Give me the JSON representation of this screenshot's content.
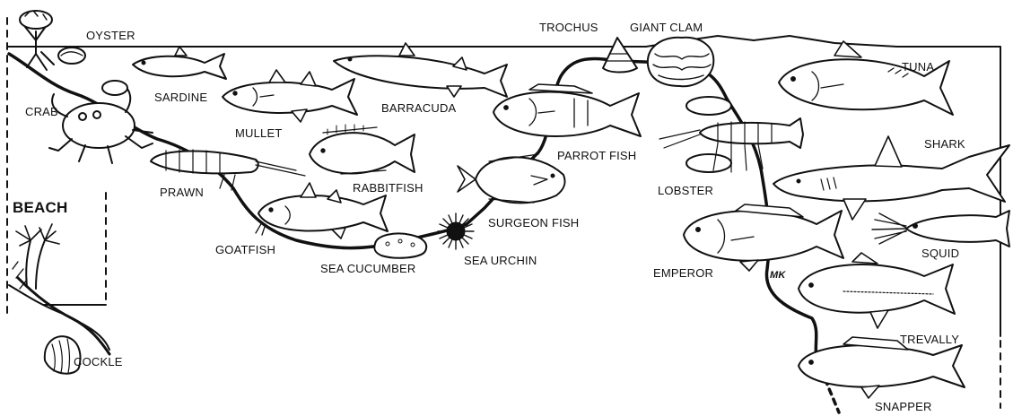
{
  "diagram": {
    "beach_label": "BEACH",
    "signature": "MK",
    "organisms": {
      "oyster": "OYSTER",
      "crab": "CRAB",
      "sardine": "SARDINE",
      "mullet": "MULLET",
      "barracuda": "BARRACUDA",
      "rabbitfish": "RABBITFISH",
      "prawn": "PRAWN",
      "goatfish": "GOATFISH",
      "sea_cucumber": "SEA CUCUMBER",
      "sea_urchin": "SEA URCHIN",
      "surgeon_fish": "SURGEON FISH",
      "parrot_fish": "PARROT FISH",
      "trochus": "TROCHUS",
      "giant_clam": "GIANT CLAM",
      "lobster": "LOBSTER",
      "tuna": "TUNA",
      "shark": "SHARK",
      "squid": "SQUID",
      "emperor": "EMPEROR",
      "trevally": "TREVALLY",
      "snapper": "SNAPPER",
      "cockle": "COCKLE"
    }
  }
}
